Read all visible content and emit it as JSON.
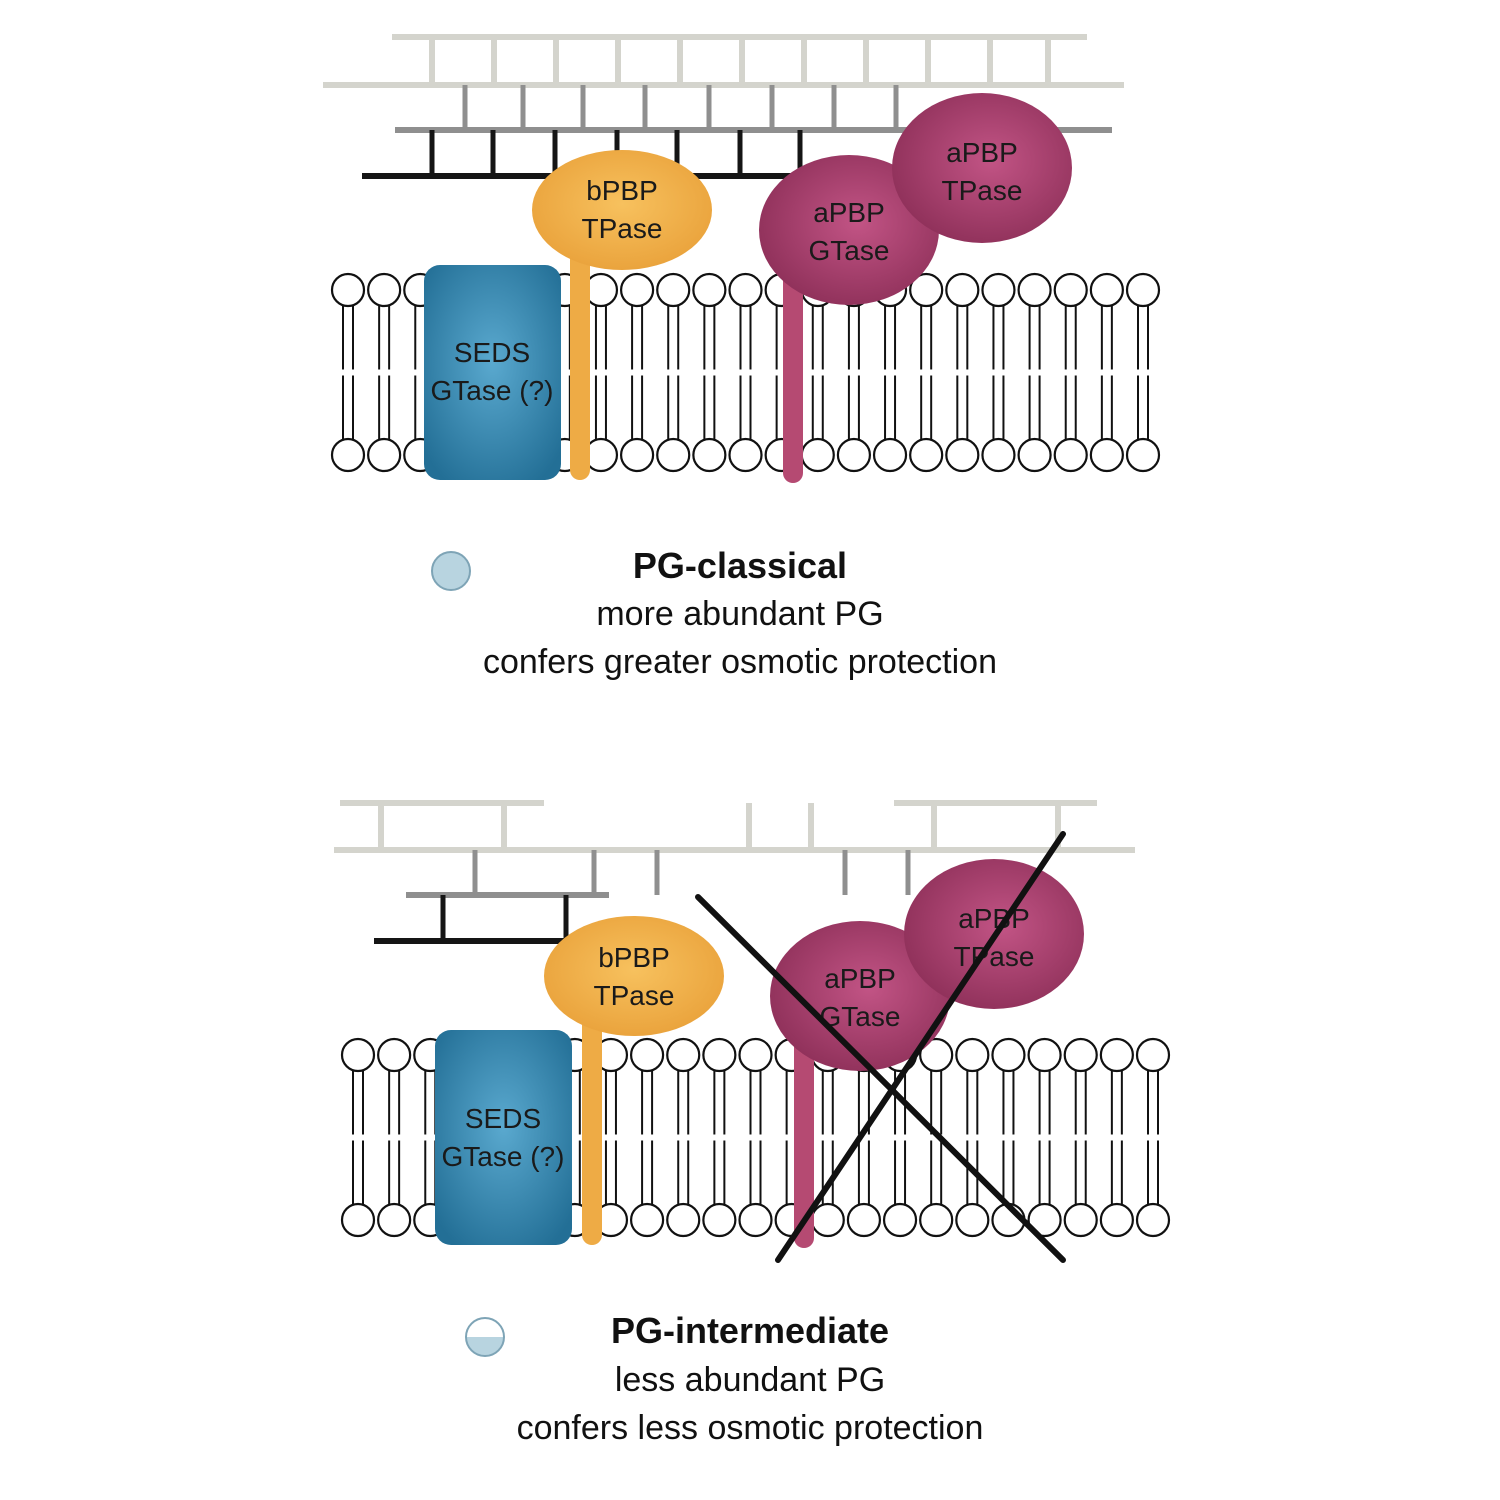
{
  "panels": [
    {
      "seds_label": [
        "SEDS",
        "GTase (?)"
      ],
      "bpbp_label": [
        "bPBP",
        "TPase"
      ],
      "apbp_gtase_label": [
        "aPBP",
        "GTase"
      ],
      "apbp_tpase_label": [
        "aPBP",
        "TPase"
      ],
      "caption_title": "PG-classical",
      "caption_line1": "more abundant PG",
      "caption_line2": "confers greater osmotic protection",
      "indicator_fill": 1.0,
      "apbp_crossed_out": false
    },
    {
      "seds_label": [
        "SEDS",
        "GTase (?)"
      ],
      "bpbp_label": [
        "bPBP",
        "TPase"
      ],
      "apbp_gtase_label": [
        "aPBP",
        "GTase"
      ],
      "apbp_tpase_label": [
        "aPBP",
        "TPase"
      ],
      "caption_title": "PG-intermediate",
      "caption_line1": "less abundant PG",
      "caption_line2": "confers less osmotic protection",
      "indicator_fill": 0.5,
      "apbp_crossed_out": true
    }
  ],
  "colors": {
    "seds": "#2f86b0",
    "bpbp": "#eeab45",
    "apbp": "#9b3a66",
    "apbp_stalk": "#b54a72",
    "pg_light": "#d4d4cd",
    "pg_mid": "#8f8f8f",
    "pg_dark": "#151515",
    "indicator": "#b8d4e0"
  }
}
